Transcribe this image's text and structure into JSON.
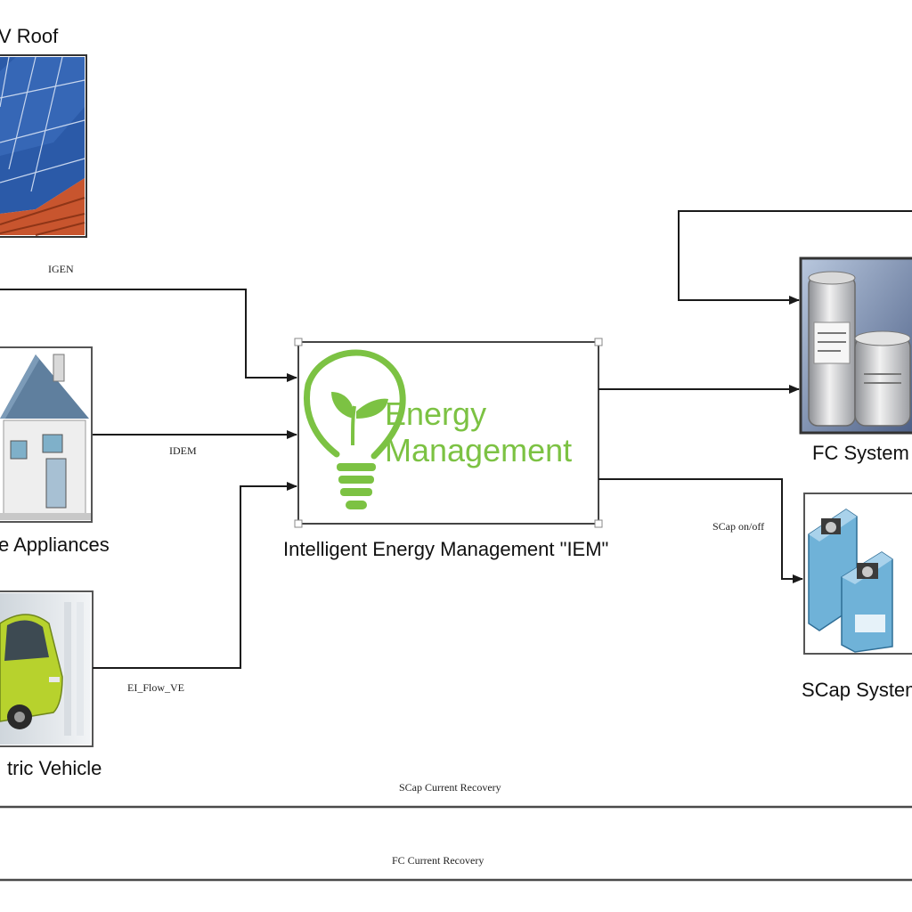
{
  "blocks": {
    "pv": {
      "label": "V Roof"
    },
    "home": {
      "label": "e Appliances"
    },
    "ev": {
      "label": "tric Vehicle"
    },
    "iem": {
      "label": "Intelligent Energy Management \"IEM\"",
      "logo_line1": "Energy",
      "logo_line2": "Management"
    },
    "fc": {
      "label": "FC System"
    },
    "scap": {
      "label": "SCap System"
    }
  },
  "signals": {
    "igen": "IGEN",
    "idem": "IDEM",
    "ev_flow": "EI_Flow_VE",
    "scap_onoff": "SCap on/off",
    "scap_recovery": "SCap Current Recovery",
    "fc_recovery": "FC Current Recovery"
  },
  "colors": {
    "logo_green": "#7cc243",
    "wire": "#1a1a1a"
  }
}
